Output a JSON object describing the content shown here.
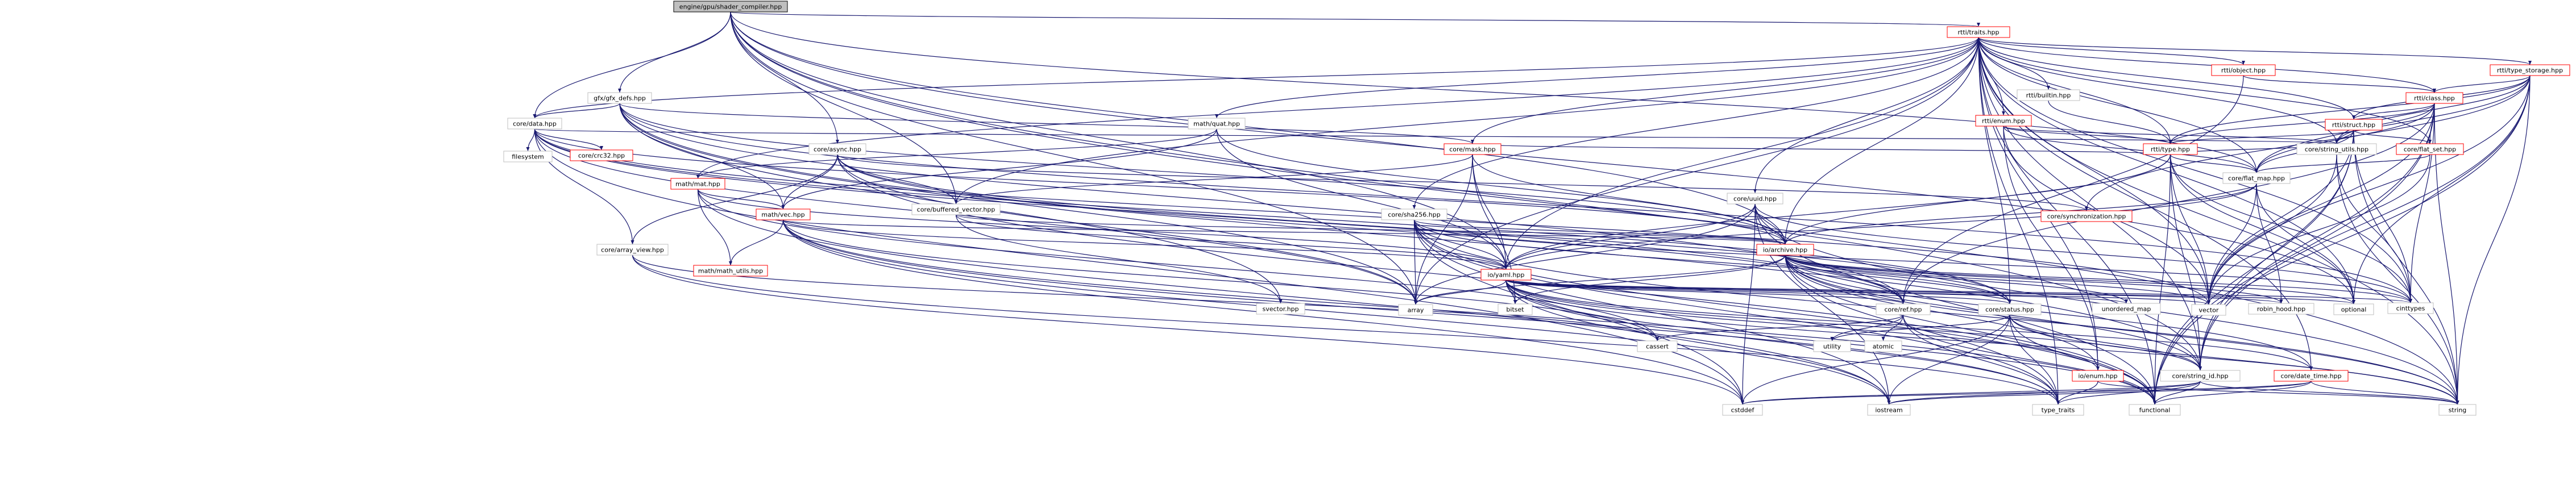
{
  "diagram": {
    "colors": {
      "edge": "#191970",
      "root_fill": "#bfbfbf",
      "root_border": "#000000",
      "linked_fill": "#ffffff",
      "linked_border": "#ff0000",
      "plain_fill": "#ffffff",
      "plain_border": "#bfbfbf"
    },
    "nodes": [
      {
        "id": "root",
        "label": "engine/gpu/shader_compiler.hpp",
        "kind": "root"
      },
      {
        "id": "rtti_traits",
        "label": "rtti/traits.hpp",
        "kind": "linked"
      },
      {
        "id": "gfxgfx_defs",
        "label": "gfx/gfx_defs.hpp",
        "kind": "plain"
      },
      {
        "id": "core_async",
        "label": "core/async.hpp",
        "kind": "plain"
      },
      {
        "id": "core_data",
        "label": "core/data.hpp",
        "kind": "plain"
      },
      {
        "id": "math_mat",
        "label": "math/mat.hpp",
        "kind": "linked"
      },
      {
        "id": "math_quat",
        "label": "math/quat.hpp",
        "kind": "plain"
      },
      {
        "id": "rtti_object",
        "label": "rtti/object.hpp",
        "kind": "linked"
      },
      {
        "id": "rtti_builtin",
        "label": "rtti/builtin.hpp",
        "kind": "plain"
      },
      {
        "id": "rtti_enum",
        "label": "rtti/enum.hpp",
        "kind": "linked"
      },
      {
        "id": "rtti_type_storage",
        "label": "rtti/type_storage.hpp",
        "kind": "linked"
      },
      {
        "id": "rtti_class",
        "label": "rtti/class.hpp",
        "kind": "linked"
      },
      {
        "id": "rtti_struct",
        "label": "rtti/struct.hpp",
        "kind": "linked"
      },
      {
        "id": "rtti_type",
        "label": "rtti/type.hpp",
        "kind": "linked"
      },
      {
        "id": "core_mask",
        "label": "core/mask.hpp",
        "kind": "linked"
      },
      {
        "id": "core_flat_set",
        "label": "core/flat_set.hpp",
        "kind": "linked"
      },
      {
        "id": "core_flat_map",
        "label": "core/flat_map.hpp",
        "kind": "plain"
      },
      {
        "id": "core_string_utils",
        "label": "core/string_utils.hpp",
        "kind": "plain"
      },
      {
        "id": "core_crc32",
        "label": "core/crc32.hpp",
        "kind": "linked"
      },
      {
        "id": "filesystem",
        "label": "filesystem",
        "kind": "plain"
      },
      {
        "id": "math_vec",
        "label": "math/vec.hpp",
        "kind": "linked"
      },
      {
        "id": "core_buffered_vector",
        "label": "core/buffered_vector.hpp",
        "kind": "plain"
      },
      {
        "id": "core_sha256",
        "label": "core/sha256.hpp",
        "kind": "plain"
      },
      {
        "id": "core_synchronization",
        "label": "core/synchronization.hpp",
        "kind": "linked"
      },
      {
        "id": "core_uuid",
        "label": "core/uuid.hpp",
        "kind": "plain"
      },
      {
        "id": "core_array_view",
        "label": "core/array_view.hpp",
        "kind": "plain"
      },
      {
        "id": "math_math_utils",
        "label": "math/math_utils.hpp",
        "kind": "linked"
      },
      {
        "id": "io_yaml",
        "label": "io/yaml.hpp",
        "kind": "linked"
      },
      {
        "id": "io_archive",
        "label": "io/archive.hpp",
        "kind": "linked"
      },
      {
        "id": "svector",
        "label": "svector.hpp",
        "kind": "plain"
      },
      {
        "id": "array",
        "label": "array",
        "kind": "plain"
      },
      {
        "id": "bitset",
        "label": "bitset",
        "kind": "plain"
      },
      {
        "id": "core_ref",
        "label": "core/ref.hpp",
        "kind": "plain"
      },
      {
        "id": "core_status",
        "label": "core/status.hpp",
        "kind": "plain"
      },
      {
        "id": "unordered_map",
        "label": "unordered_map",
        "kind": "plain"
      },
      {
        "id": "vector",
        "label": "vector",
        "kind": "plain"
      },
      {
        "id": "robin_hood",
        "label": "robin_hood.hpp",
        "kind": "plain"
      },
      {
        "id": "optional",
        "label": "optional",
        "kind": "plain"
      },
      {
        "id": "cinttypes",
        "label": "cinttypes",
        "kind": "plain"
      },
      {
        "id": "cassert",
        "label": "cassert",
        "kind": "plain"
      },
      {
        "id": "utility",
        "label": "utility",
        "kind": "plain"
      },
      {
        "id": "atomic",
        "label": "atomic",
        "kind": "plain"
      },
      {
        "id": "core_string_id",
        "label": "core/string_id.hpp",
        "kind": "plain"
      },
      {
        "id": "io_enum",
        "label": "io/enum.hpp",
        "kind": "linked"
      },
      {
        "id": "core_date_time",
        "label": "core/date_time.hpp",
        "kind": "linked"
      },
      {
        "id": "cstddef",
        "label": "cstddef",
        "kind": "plain"
      },
      {
        "id": "iostream",
        "label": "iostream",
        "kind": "plain"
      },
      {
        "id": "type_traits",
        "label": "type_traits",
        "kind": "plain"
      },
      {
        "id": "functional",
        "label": "functional",
        "kind": "plain"
      },
      {
        "id": "string",
        "label": "string",
        "kind": "plain"
      }
    ],
    "edges": [
      [
        "root",
        "rtti_traits"
      ],
      [
        "root",
        "gfxgfx_defs"
      ],
      [
        "root",
        "core_async"
      ],
      [
        "root",
        "core_data"
      ],
      [
        "root",
        "core_buffered_vector"
      ],
      [
        "root",
        "core_flat_map"
      ],
      [
        "root",
        "io_archive"
      ],
      [
        "root",
        "io_yaml"
      ],
      [
        "root",
        "core_string_id"
      ],
      [
        "root",
        "string"
      ],
      [
        "root",
        "optional"
      ],
      [
        "root",
        "array"
      ],
      [
        "rtti_traits",
        "rtti_object"
      ],
      [
        "rtti_traits",
        "rtti_builtin"
      ],
      [
        "rtti_traits",
        "rtti_enum"
      ],
      [
        "rtti_traits",
        "rtti_type_storage"
      ],
      [
        "rtti_traits",
        "rtti_class"
      ],
      [
        "rtti_traits",
        "rtti_struct"
      ],
      [
        "rtti_traits",
        "rtti_type"
      ],
      [
        "rtti_traits",
        "core_data"
      ],
      [
        "rtti_traits",
        "math_mat"
      ],
      [
        "rtti_traits",
        "math_quat"
      ],
      [
        "rtti_traits",
        "core_mask"
      ],
      [
        "rtti_traits",
        "core_sha256"
      ],
      [
        "rtti_traits",
        "core_uuid"
      ],
      [
        "rtti_traits",
        "core_status"
      ],
      [
        "rtti_traits",
        "core_flat_map"
      ],
      [
        "rtti_traits",
        "core_flat_set"
      ],
      [
        "rtti_traits",
        "core_string_utils"
      ],
      [
        "rtti_traits",
        "io_archive"
      ],
      [
        "rtti_traits",
        "io_yaml"
      ],
      [
        "rtti_traits",
        "core_buffered_vector"
      ],
      [
        "rtti_traits",
        "vector"
      ],
      [
        "rtti_traits",
        "optional"
      ],
      [
        "rtti_traits",
        "string"
      ],
      [
        "rtti_traits",
        "functional"
      ],
      [
        "rtti_traits",
        "cinttypes"
      ],
      [
        "rtti_traits",
        "core_string_id"
      ],
      [
        "rtti_traits",
        "io_enum"
      ],
      [
        "rtti_traits",
        "core_date_time"
      ],
      [
        "rtti_traits",
        "type_traits"
      ],
      [
        "rtti_traits",
        "array"
      ],
      [
        "rtti_object",
        "rtti_class"
      ],
      [
        "rtti_object",
        "core_ref"
      ],
      [
        "rtti_builtin",
        "rtti_type"
      ],
      [
        "rtti_enum",
        "rtti_type"
      ],
      [
        "rtti_enum",
        "core_flat_map"
      ],
      [
        "rtti_enum",
        "core_string_utils"
      ],
      [
        "rtti_enum",
        "io_enum"
      ],
      [
        "rtti_enum",
        "vector"
      ],
      [
        "rtti_type_storage",
        "rtti_class"
      ],
      [
        "rtti_type_storage",
        "rtti_struct"
      ],
      [
        "rtti_type_storage",
        "rtti_type"
      ],
      [
        "rtti_type_storage",
        "core_flat_map"
      ],
      [
        "rtti_type_storage",
        "core_string_utils"
      ],
      [
        "rtti_type_storage",
        "core_synchronization"
      ],
      [
        "rtti_type_storage",
        "core_string_id"
      ],
      [
        "rtti_type_storage",
        "functional"
      ],
      [
        "rtti_type_storage",
        "vector"
      ],
      [
        "rtti_type_storage",
        "optional"
      ],
      [
        "rtti_type_storage",
        "string"
      ],
      [
        "rtti_class",
        "rtti_struct"
      ],
      [
        "rtti_class",
        "rtti_type"
      ],
      [
        "rtti_class",
        "core_flat_set"
      ],
      [
        "rtti_class",
        "core_flat_map"
      ],
      [
        "rtti_class",
        "core_string_utils"
      ],
      [
        "rtti_class",
        "core_ref"
      ],
      [
        "rtti_class",
        "vector"
      ],
      [
        "rtti_class",
        "string"
      ],
      [
        "rtti_class",
        "functional"
      ],
      [
        "rtti_class",
        "cinttypes"
      ],
      [
        "rtti_class",
        "core_string_id"
      ],
      [
        "rtti_struct",
        "rtti_type"
      ],
      [
        "rtti_struct",
        "core_flat_map"
      ],
      [
        "rtti_struct",
        "core_flat_set"
      ],
      [
        "rtti_struct",
        "core_string_utils"
      ],
      [
        "rtti_struct",
        "vector"
      ],
      [
        "rtti_struct",
        "cinttypes"
      ],
      [
        "rtti_struct",
        "string"
      ],
      [
        "rtti_struct",
        "functional"
      ],
      [
        "rtti_struct",
        "core_string_id"
      ],
      [
        "rtti_type",
        "core_flat_map"
      ],
      [
        "rtti_type",
        "core_string_utils"
      ],
      [
        "rtti_type",
        "core_mask"
      ],
      [
        "rtti_type",
        "io_archive"
      ],
      [
        "rtti_type",
        "io_yaml"
      ],
      [
        "rtti_type",
        "core_string_id"
      ],
      [
        "rtti_type",
        "cinttypes"
      ],
      [
        "rtti_type",
        "vector"
      ],
      [
        "rtti_type",
        "optional"
      ],
      [
        "rtti_type",
        "functional"
      ],
      [
        "gfxgfx_defs",
        "core_data"
      ],
      [
        "gfxgfx_defs",
        "core_mask"
      ],
      [
        "gfxgfx_defs",
        "math_vec"
      ],
      [
        "gfxgfx_defs",
        "core_ref"
      ],
      [
        "gfxgfx_defs",
        "core_string_id"
      ],
      [
        "gfxgfx_defs",
        "cinttypes"
      ],
      [
        "gfxgfx_defs",
        "io_archive"
      ],
      [
        "gfxgfx_defs",
        "array"
      ],
      [
        "gfxgfx_defs",
        "svector"
      ],
      [
        "core_async",
        "core_buffered_vector"
      ],
      [
        "core_async",
        "core_synchronization"
      ],
      [
        "core_async",
        "core_ref"
      ],
      [
        "core_async",
        "core_status"
      ],
      [
        "core_async",
        "core_array_view"
      ],
      [
        "core_async",
        "math_vec"
      ],
      [
        "core_async",
        "functional"
      ],
      [
        "core_async",
        "array"
      ],
      [
        "core_data",
        "core_ref"
      ],
      [
        "core_data",
        "core_crc32"
      ],
      [
        "core_data",
        "filesystem"
      ],
      [
        "core_data",
        "core_array_view"
      ],
      [
        "core_data",
        "core_status"
      ],
      [
        "core_data",
        "io_archive"
      ],
      [
        "core_data",
        "core_string_utils"
      ],
      [
        "core_data",
        "cstddef"
      ],
      [
        "core_data",
        "vector"
      ],
      [
        "core_data",
        "array"
      ],
      [
        "math_mat",
        "math_vec"
      ],
      [
        "math_mat",
        "math_math_utils"
      ],
      [
        "math_mat",
        "cassert"
      ],
      [
        "math_mat",
        "io_yaml"
      ],
      [
        "math_mat",
        "iostream"
      ],
      [
        "math_quat",
        "math_vec"
      ],
      [
        "math_quat",
        "math_mat"
      ],
      [
        "math_quat",
        "io_yaml"
      ],
      [
        "math_quat",
        "io_archive"
      ],
      [
        "core_mask",
        "core_buffered_vector"
      ],
      [
        "core_mask",
        "bitset"
      ],
      [
        "core_mask",
        "io_yaml"
      ],
      [
        "core_mask",
        "io_archive"
      ],
      [
        "core_mask",
        "array"
      ],
      [
        "core_flat_set",
        "core_flat_map"
      ],
      [
        "core_flat_set",
        "vector"
      ],
      [
        "core_flat_map",
        "robin_hood"
      ],
      [
        "core_flat_map",
        "io_archive"
      ],
      [
        "core_flat_map",
        "io_yaml"
      ],
      [
        "core_flat_map",
        "vector"
      ],
      [
        "core_flat_map",
        "optional"
      ],
      [
        "core_string_utils",
        "string"
      ],
      [
        "core_string_utils",
        "vector"
      ],
      [
        "core_string_utils",
        "cinttypes"
      ],
      [
        "math_vec",
        "math_math_utils"
      ],
      [
        "math_vec",
        "io_yaml"
      ],
      [
        "math_vec",
        "io_archive"
      ],
      [
        "math_vec",
        "cassert"
      ],
      [
        "math_vec",
        "type_traits"
      ],
      [
        "math_vec",
        "functional"
      ],
      [
        "math_vec",
        "iostream"
      ],
      [
        "math_vec",
        "cstddef"
      ],
      [
        "core_buffered_vector",
        "svector"
      ],
      [
        "core_buffered_vector",
        "io_archive"
      ],
      [
        "core_buffered_vector",
        "io_yaml"
      ],
      [
        "core_sha256",
        "io_yaml"
      ],
      [
        "core_sha256",
        "io_archive"
      ],
      [
        "core_sha256",
        "core_status"
      ],
      [
        "core_sha256",
        "array"
      ],
      [
        "core_sha256",
        "cinttypes"
      ],
      [
        "core_sha256",
        "string"
      ],
      [
        "core_sha256",
        "cstddef"
      ],
      [
        "core_sha256",
        "iostream"
      ],
      [
        "core_sha256",
        "functional"
      ],
      [
        "core_sha256",
        "type_traits"
      ],
      [
        "core_uuid",
        "io_yaml"
      ],
      [
        "core_uuid",
        "io_archive"
      ],
      [
        "core_uuid",
        "array"
      ],
      [
        "core_uuid",
        "string"
      ],
      [
        "core_uuid",
        "cinttypes"
      ],
      [
        "core_uuid",
        "iostream"
      ],
      [
        "core_uuid",
        "functional"
      ],
      [
        "core_uuid",
        "cstddef"
      ],
      [
        "core_array_view",
        "cassert"
      ],
      [
        "core_array_view",
        "cstddef"
      ],
      [
        "core_array_view",
        "type_traits"
      ],
      [
        "io_yaml",
        "core_ref"
      ],
      [
        "io_yaml",
        "core_status"
      ],
      [
        "io_yaml",
        "unordered_map"
      ],
      [
        "io_yaml",
        "vector"
      ],
      [
        "io_yaml",
        "string"
      ],
      [
        "io_yaml",
        "array"
      ],
      [
        "io_yaml",
        "bitset"
      ],
      [
        "io_yaml",
        "optional"
      ],
      [
        "io_yaml",
        "cinttypes"
      ],
      [
        "io_yaml",
        "functional"
      ],
      [
        "io_yaml",
        "type_traits"
      ],
      [
        "io_yaml",
        "core_string_id"
      ],
      [
        "io_yaml",
        "io_enum"
      ],
      [
        "io_yaml",
        "core_date_time"
      ],
      [
        "io_yaml",
        "robin_hood"
      ],
      [
        "io_yaml",
        "iostream"
      ],
      [
        "io_archive",
        "core_ref"
      ],
      [
        "io_archive",
        "core_status"
      ],
      [
        "io_archive",
        "vector"
      ],
      [
        "io_archive",
        "optional"
      ],
      [
        "io_archive",
        "cinttypes"
      ],
      [
        "io_archive",
        "array"
      ],
      [
        "io_archive",
        "bitset"
      ],
      [
        "io_archive",
        "robin_hood"
      ],
      [
        "io_archive",
        "unordered_map"
      ],
      [
        "io_archive",
        "core_string_id"
      ],
      [
        "io_archive",
        "io_enum"
      ],
      [
        "io_archive",
        "core_date_time"
      ],
      [
        "io_archive",
        "string"
      ],
      [
        "io_archive",
        "functional"
      ],
      [
        "io_archive",
        "type_traits"
      ],
      [
        "core_ref",
        "cassert"
      ],
      [
        "core_ref",
        "utility"
      ],
      [
        "core_ref",
        "atomic"
      ],
      [
        "core_ref",
        "type_traits"
      ],
      [
        "core_ref",
        "functional"
      ],
      [
        "core_status",
        "core_string_id"
      ],
      [
        "core_status",
        "string"
      ],
      [
        "core_status",
        "iostream"
      ],
      [
        "core_status",
        "functional"
      ],
      [
        "core_status",
        "type_traits"
      ],
      [
        "core_status",
        "cstddef"
      ],
      [
        "core_status",
        "utility"
      ],
      [
        "core_string_id",
        "cstddef"
      ],
      [
        "core_string_id",
        "string"
      ],
      [
        "core_string_id",
        "iostream"
      ],
      [
        "core_string_id",
        "type_traits"
      ],
      [
        "core_string_id",
        "functional"
      ],
      [
        "core_date_time",
        "string"
      ],
      [
        "core_date_time",
        "cstddef"
      ],
      [
        "core_date_time",
        "functional"
      ],
      [
        "core_date_time",
        "iostream"
      ],
      [
        "io_enum",
        "type_traits"
      ],
      [
        "io_enum",
        "string"
      ]
    ]
  }
}
